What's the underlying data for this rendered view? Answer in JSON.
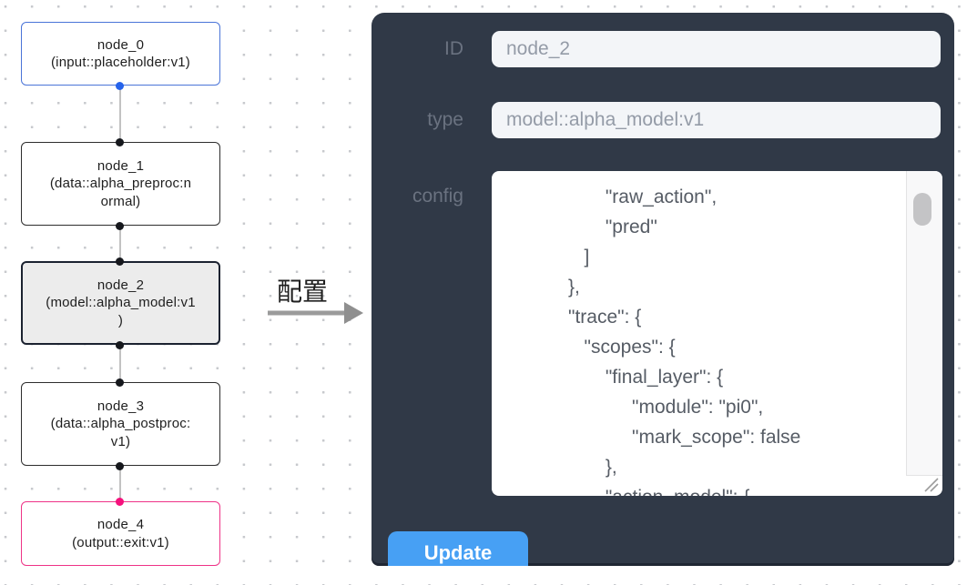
{
  "pipeline": {
    "nodes": [
      {
        "name": "node_0",
        "kind": "input",
        "lines": [
          "node_0",
          "(input::placeholder:v1)"
        ]
      },
      {
        "name": "node_1",
        "kind": "process",
        "lines": [
          "node_1",
          "(data::alpha_preproc:n",
          "ormal)"
        ]
      },
      {
        "name": "node_2",
        "kind": "selected",
        "lines": [
          "node_2",
          "(model::alpha_model:v1",
          ")"
        ]
      },
      {
        "name": "node_3",
        "kind": "process",
        "lines": [
          "node_3",
          "(data::alpha_postproc:",
          "v1)"
        ]
      },
      {
        "name": "node_4",
        "kind": "output",
        "lines": [
          "node_4",
          "(output::exit:v1)"
        ]
      }
    ]
  },
  "transfer_arrow": {
    "label": "配置"
  },
  "inspector": {
    "id_label": "ID",
    "id_value": "node_2",
    "type_label": "type",
    "type_value": "model::alpha_model:v1",
    "config_label": "config",
    "config_text": "                   \"raw_action\",\n                   \"pred\"\n               ]\n            },\n            \"trace\": {\n               \"scopes\": {\n                   \"final_layer\": {\n                        \"module\": \"pi0\",\n                        \"mark_scope\": false\n                   },\n                   \"action_model\": {",
    "update_label": "Update"
  },
  "colors": {
    "panel_bg": "#303947",
    "accent_blue": "#47a0f4",
    "node_input_border": "#4a74d8",
    "node_output_border": "#ee3387",
    "port_blue": "#2563eb",
    "port_pink": "#f5117c",
    "port_black": "#16181d"
  }
}
